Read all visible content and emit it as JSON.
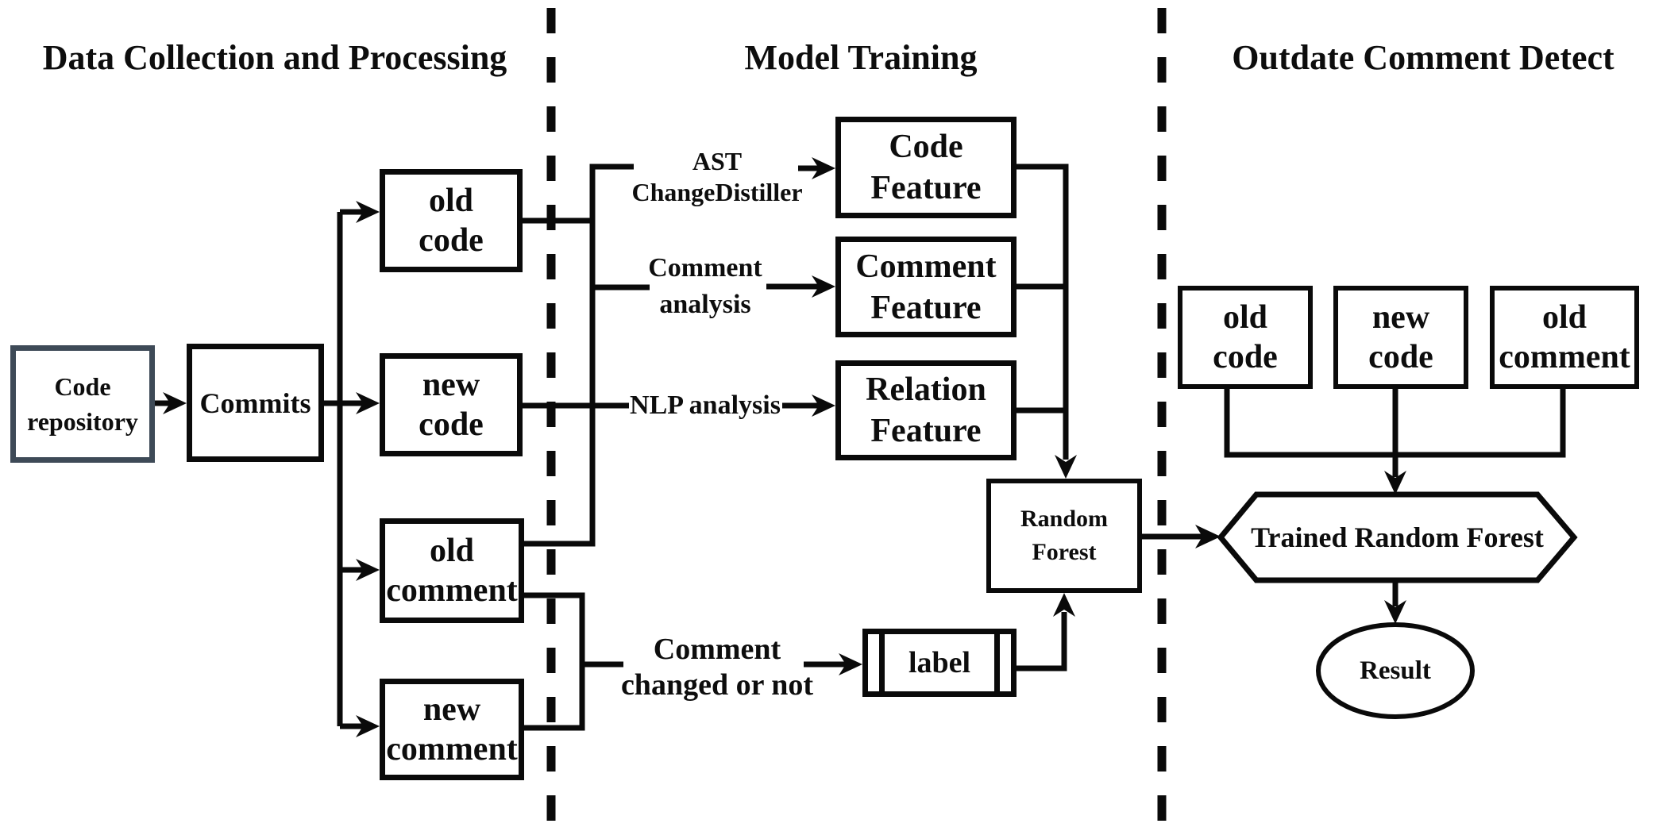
{
  "titles": {
    "left": "Data Collection and Processing",
    "middle": "Model Training",
    "right": "Outdate Comment Detect"
  },
  "left_section": {
    "code_repository": "Code\nrepository",
    "commits": "Commits",
    "old_code": "old\ncode",
    "new_code": "new\ncode",
    "old_comment": "old\ncomment",
    "new_comment": "new\ncomment"
  },
  "model_training": {
    "ast_tool": "AST\nChangeDistiller",
    "comment_analysis": "Comment\nanalysis",
    "nlp_analysis": "NLP analysis",
    "comment_changed": "Comment\nchanged or not",
    "code_feature": "Code\nFeature",
    "comment_feature": "Comment\nFeature",
    "relation_feature": "Relation\nFeature",
    "random_forest": "Random\nForest",
    "label_node": "label"
  },
  "detect_section": {
    "old_code": "old\ncode",
    "new_code": "new\ncode",
    "old_comment": "old\ncomment",
    "trained_model": "Trained Random Forest",
    "result": "Result"
  },
  "colors": {
    "line": "#0a0a0a",
    "repo_box_border": "#3e4a57",
    "background": "#ffffff"
  }
}
